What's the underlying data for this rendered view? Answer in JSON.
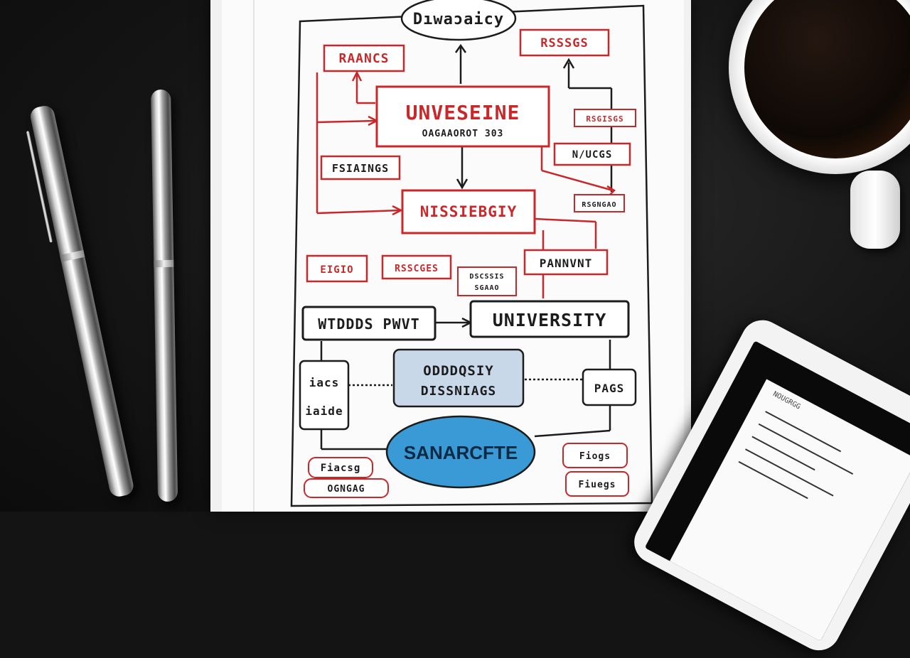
{
  "diagram": {
    "top_oval": "Dıwaɔaicy",
    "center_main": "UNVESEINE",
    "center_sub": "OAGAAOROT 303",
    "top_left_box": "RAANCS",
    "top_right_box": "RSSSGS",
    "right_small_1": "RSGISGS",
    "right_small_2": "N/UCGS",
    "right_small_3": "RSGNGAO",
    "left_mid_box": "FSIAINGS",
    "middle_box": "NISSIEBGIY",
    "small_left": "EIGIO",
    "small_mid": "RSSCGES",
    "small_mid_2a": "DSCSSIS",
    "small_mid_2b": "SGAAO",
    "right_mid_box": "PANNVNT",
    "wide_left": "WTDDDS PWVT",
    "university": "UNIVERSITY",
    "blue_box_a": "ODDDQSIY",
    "blue_box_b": "DISSNIAGS",
    "side_left_a": "iacs",
    "side_left_b": "iaide",
    "side_right": "PAGS",
    "oval_bottom": "SANARCFTE",
    "bottom_left_1": "Fiacsg",
    "bottom_left_2": "OGNGAG",
    "bottom_right_1": "Fiogs",
    "bottom_right_2": "Fiuegs"
  },
  "tablet": {
    "caption": "NOUGRGG"
  },
  "colors": {
    "ink_red": "#c8282a",
    "ink_black": "#1c1c1c",
    "blue_box_fill": "#c9d8e8",
    "oval_blue": "#3a9ad6"
  }
}
